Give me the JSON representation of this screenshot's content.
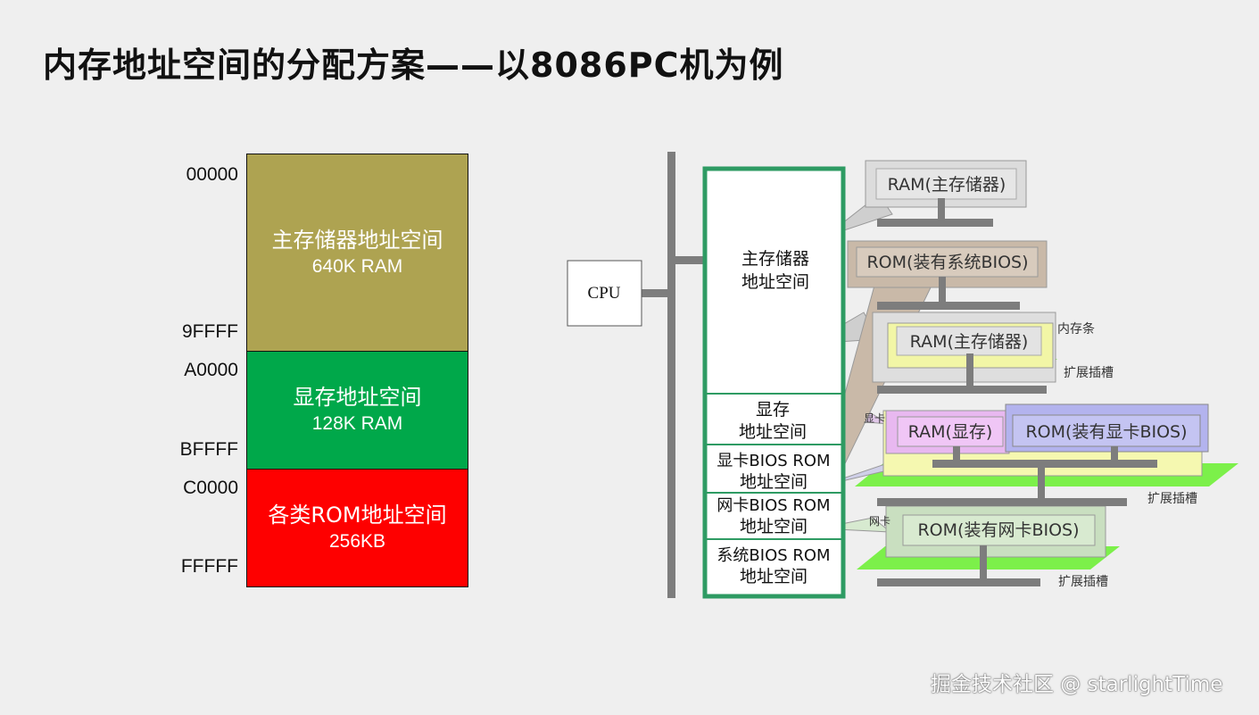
{
  "title": "内存地址空间的分配方案——以8086PC机为例",
  "memory_map": {
    "addresses": {
      "a00000": "00000",
      "a9ffff": "9FFFF",
      "aa0000": "A0000",
      "abffff": "BFFFF",
      "ac0000": "C0000",
      "afffff": "FFFFF"
    },
    "blocks": {
      "main": {
        "name": "主存储器地址空间",
        "size": "640K RAM",
        "color": "#aea351"
      },
      "video": {
        "name": "显存地址空间",
        "size": "128K RAM",
        "color": "#00a84a"
      },
      "rom": {
        "name": "各类ROM地址空间",
        "size": "256KB",
        "color": "#fe0000"
      }
    }
  },
  "diagram": {
    "cpu": "CPU",
    "space": {
      "main_line1": "主存储器",
      "main_line2": "地址空间",
      "video_line1": "显存",
      "video_line2": "地址空间",
      "vbios_line1": "显卡BIOS ROM",
      "vbios_line2": "地址空间",
      "nbios_line1": "网卡BIOS ROM",
      "nbios_line2": "地址空间",
      "sbios_line1": "系统BIOS ROM",
      "sbios_line2": "地址空间"
    },
    "chips": {
      "ram1": "RAM(主存储器)",
      "rom_sys": "ROM(装有系统BIOS)",
      "ram2": "RAM(主存储器)",
      "ram_video": "RAM(显存)",
      "rom_video": "ROM(装有显卡BIOS)",
      "rom_net": "ROM(装有网卡BIOS)"
    },
    "labels": {
      "memory_stick": "内存条",
      "slot1": "扩展插槽",
      "video_card": "显卡",
      "slot2": "扩展插槽",
      "net_card": "网卡",
      "slot3": "扩展插槽"
    }
  },
  "watermark": "掘金技术社区 @ starlightTime"
}
